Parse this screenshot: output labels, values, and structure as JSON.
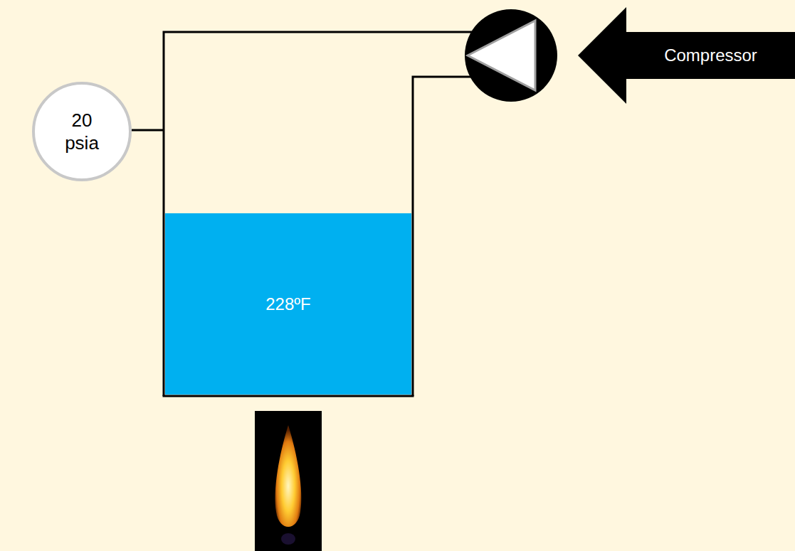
{
  "diagram": {
    "nodes": [
      {
        "text": [
          "Compressor"
        ]
      },
      {
        "text": [
          "20 psia"
        ]
      },
      {
        "text": [
          "228ºF"
        ]
      }
    ]
  }
}
